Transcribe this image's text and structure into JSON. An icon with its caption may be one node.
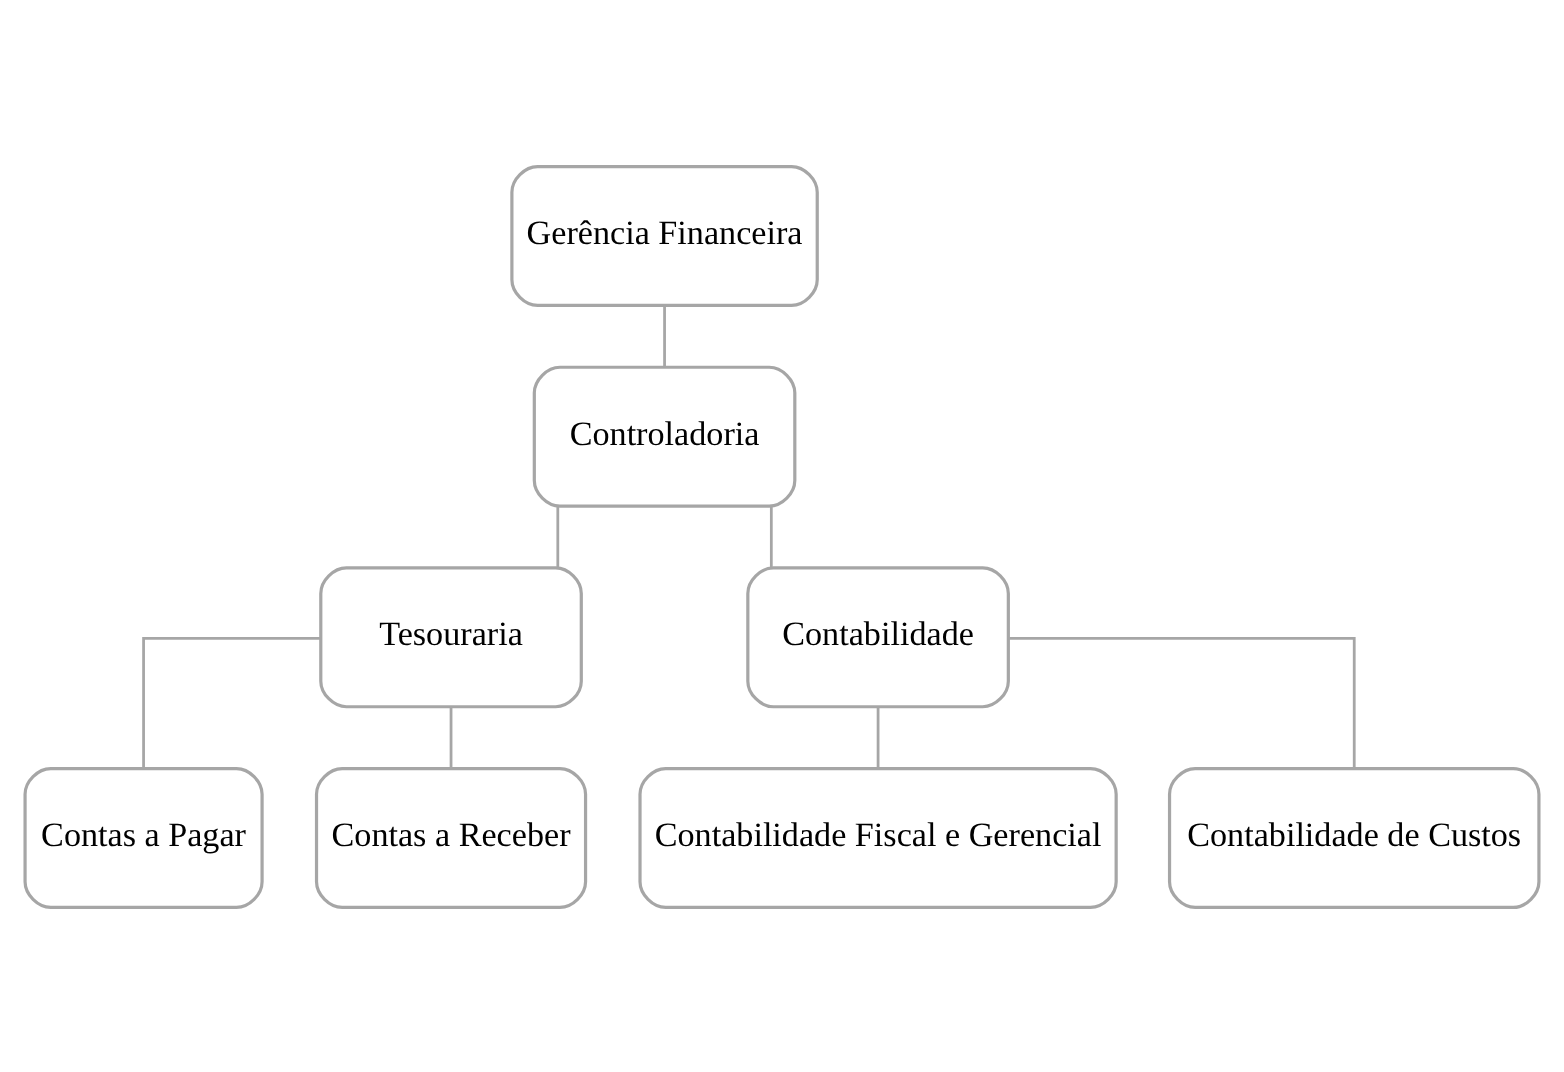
{
  "diagram": {
    "nodes": [
      {
        "text": [
          "Gerência Financeira"
        ]
      },
      {
        "text": [
          "Controladoria"
        ]
      },
      {
        "text": [
          "Tesouraria"
        ]
      },
      {
        "text": [
          "Contabilidade"
        ]
      },
      {
        "text": [
          "Contas a Pagar"
        ]
      },
      {
        "text": [
          "Contas a Receber"
        ]
      },
      {
        "text": [
          "Contabilidade Fiscal e Gerencial"
        ]
      },
      {
        "text": [
          "Contabilidade de Custos"
        ]
      }
    ],
    "edges": [
      {
        "from": 0,
        "to": 1,
        "arrow": "none"
      },
      {
        "from": 1,
        "to": 2,
        "arrow": "none"
      },
      {
        "from": 1,
        "to": 3,
        "arrow": "none"
      },
      {
        "from": 2,
        "to": 4,
        "arrow": "none"
      },
      {
        "from": 2,
        "to": 5,
        "arrow": "none"
      },
      {
        "from": 3,
        "to": 6,
        "arrow": "none"
      },
      {
        "from": 3,
        "to": 7,
        "arrow": "none"
      }
    ]
  }
}
